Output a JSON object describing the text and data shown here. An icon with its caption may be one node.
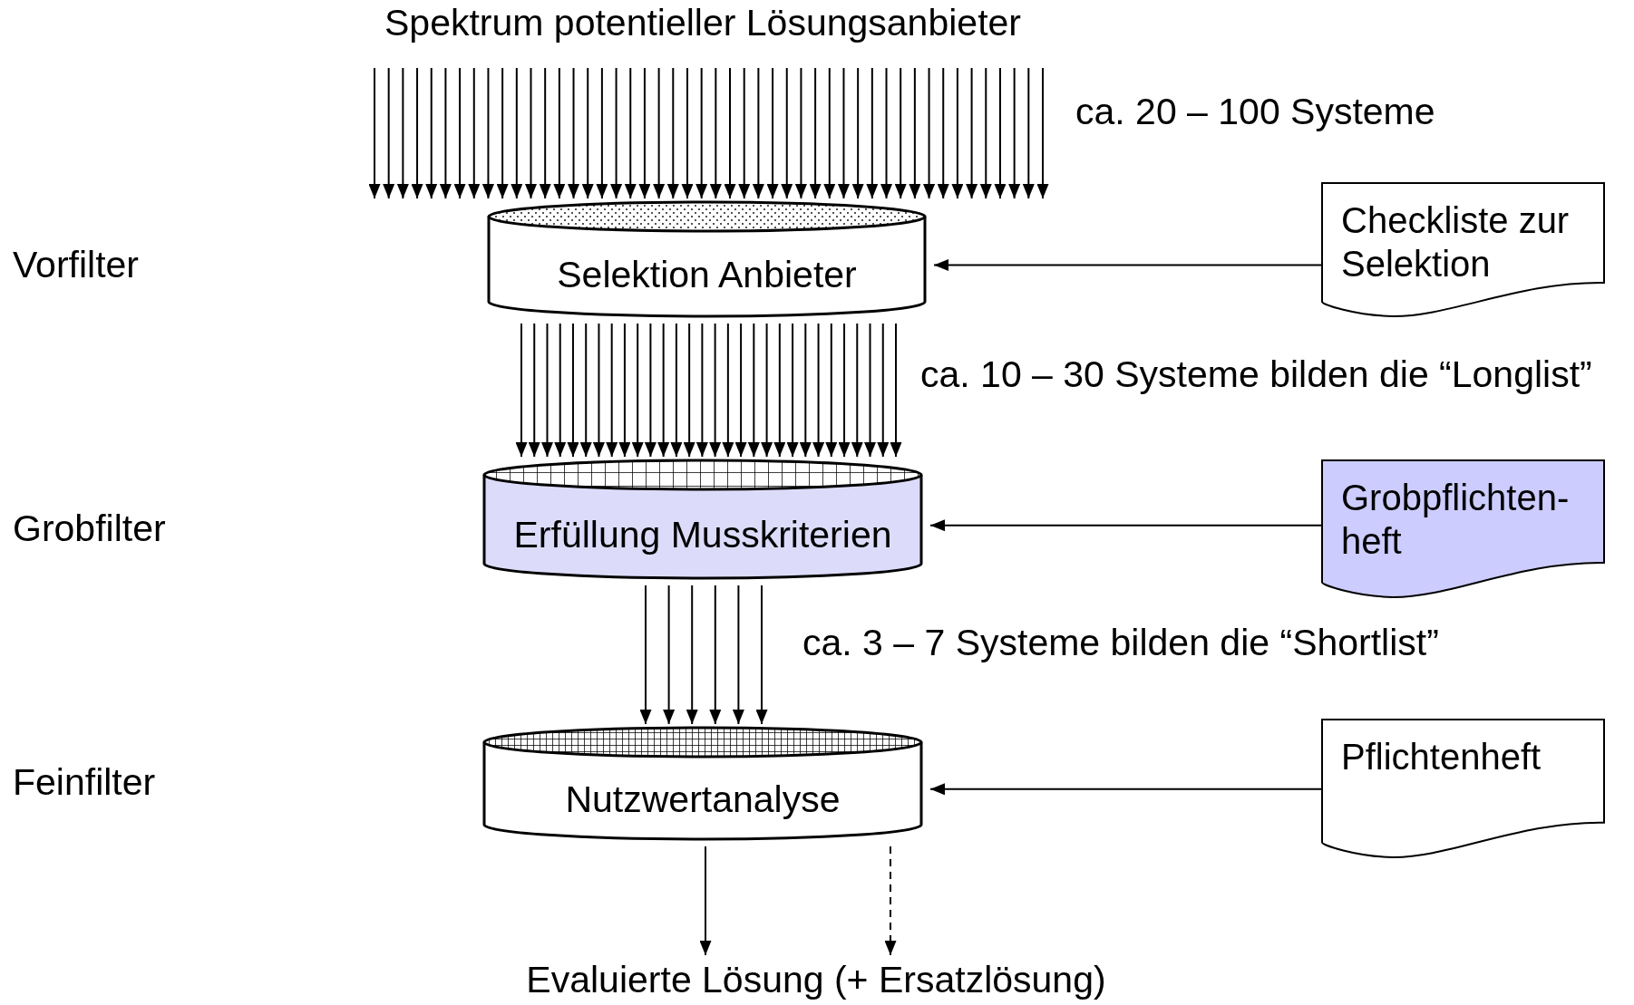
{
  "diagram": {
    "nodes": [
      {
        "text": [
          "Spektrum potentieller Lösungsanbieter"
        ]
      },
      {
        "text": [
          "Selektion Anbieter"
        ]
      },
      {
        "text": [
          "Checkliste zur Selektion"
        ]
      },
      {
        "text": [
          "Erfüllung Musskriterien"
        ]
      },
      {
        "text": [
          "Grobpflichten- heft"
        ]
      },
      {
        "text": [
          "Nutzwertanalyse"
        ]
      },
      {
        "text": [
          "Pflichtenheft"
        ]
      },
      {
        "text": [
          "Evaluierte Lösung (+ Ersatzlösung)"
        ]
      }
    ],
    "edges": [
      {
        "from": 0,
        "to": 1,
        "arrow": "to"
      },
      {
        "from": 0,
        "to": 1,
        "arrow": "to"
      },
      {
        "from": 0,
        "to": 1,
        "arrow": "to"
      },
      {
        "from": 0,
        "to": 1,
        "arrow": "to"
      },
      {
        "from": 0,
        "to": 1,
        "arrow": "to"
      },
      {
        "from": 0,
        "to": 1,
        "arrow": "to"
      },
      {
        "from": 0,
        "to": 1,
        "arrow": "to"
      },
      {
        "from": 0,
        "to": 1,
        "arrow": "to"
      },
      {
        "from": 0,
        "to": 1,
        "arrow": "to"
      },
      {
        "from": 0,
        "to": 1,
        "arrow": "to"
      },
      {
        "from": 0,
        "to": 1,
        "arrow": "to"
      },
      {
        "from": 0,
        "to": 1,
        "arrow": "to"
      },
      {
        "from": 0,
        "to": 1,
        "arrow": "to"
      },
      {
        "from": 0,
        "to": 1,
        "arrow": "to"
      },
      {
        "from": 0,
        "to": 1,
        "arrow": "to"
      },
      {
        "from": 0,
        "to": 1,
        "arrow": "to"
      },
      {
        "from": 0,
        "to": 1,
        "arrow": "to"
      },
      {
        "from": 0,
        "to": 1,
        "arrow": "to"
      },
      {
        "from": 0,
        "to": 1,
        "arrow": "to"
      },
      {
        "from": 0,
        "to": 1,
        "arrow": "to"
      },
      {
        "from": 0,
        "to": 1,
        "arrow": "to"
      },
      {
        "from": 0,
        "to": 1,
        "arrow": "to"
      },
      {
        "from": 0,
        "to": 1,
        "arrow": "to"
      },
      {
        "from": 0,
        "to": 1,
        "arrow": "to"
      },
      {
        "from": 0,
        "to": 1,
        "arrow": "to"
      },
      {
        "from": 0,
        "to": 1,
        "arrow": "to"
      },
      {
        "from": 0,
        "to": 1,
        "arrow": "to"
      },
      {
        "from": 0,
        "to": 1,
        "arrow": "to"
      },
      {
        "from": 0,
        "to": 1,
        "arrow": "to"
      },
      {
        "from": 0,
        "to": 1,
        "arrow": "to"
      },
      {
        "from": 0,
        "to": 1,
        "arrow": "to"
      },
      {
        "from": 0,
        "to": 1,
        "arrow": "to"
      },
      {
        "from": 0,
        "to": 1,
        "arrow": "to"
      },
      {
        "from": 0,
        "to": 1,
        "arrow": "to"
      },
      {
        "from": 0,
        "to": 1,
        "arrow": "to"
      },
      {
        "from": 0,
        "to": 1,
        "arrow": "to"
      },
      {
        "from": 0,
        "to": 1,
        "arrow": "to"
      },
      {
        "from": 0,
        "to": 1,
        "arrow": "to"
      },
      {
        "from": 0,
        "to": 1,
        "arrow": "to"
      },
      {
        "from": 0,
        "to": 1,
        "arrow": "to"
      },
      {
        "from": 0,
        "to": 1,
        "arrow": "to"
      },
      {
        "from": 0,
        "to": 1,
        "arrow": "to"
      },
      {
        "from": 0,
        "to": 1,
        "arrow": "to"
      },
      {
        "from": 0,
        "to": 1,
        "arrow": "to"
      },
      {
        "from": 0,
        "to": 1,
        "arrow": "to"
      },
      {
        "from": 0,
        "to": 1,
        "arrow": "to"
      },
      {
        "from": 0,
        "to": 1,
        "arrow": "to"
      },
      {
        "from": 0,
        "to": 1,
        "arrow": "to"
      },
      {
        "from": 2,
        "to": 1,
        "arrow": "to"
      },
      {
        "from": 1,
        "to": 3,
        "arrow": "to"
      },
      {
        "from": 1,
        "to": 3,
        "arrow": "to"
      },
      {
        "from": 1,
        "to": 3,
        "arrow": "to"
      },
      {
        "from": 1,
        "to": 3,
        "arrow": "to"
      },
      {
        "from": 1,
        "to": 3,
        "arrow": "to"
      },
      {
        "from": 1,
        "to": 3,
        "arrow": "to"
      },
      {
        "from": 1,
        "to": 3,
        "arrow": "to"
      },
      {
        "from": 1,
        "to": 3,
        "arrow": "to"
      },
      {
        "from": 1,
        "to": 3,
        "arrow": "to"
      },
      {
        "from": 1,
        "to": 3,
        "arrow": "to"
      },
      {
        "from": 1,
        "to": 3,
        "arrow": "to"
      },
      {
        "from": 1,
        "to": 3,
        "arrow": "to"
      },
      {
        "from": 1,
        "to": 3,
        "arrow": "to"
      },
      {
        "from": 1,
        "to": 3,
        "arrow": "to"
      },
      {
        "from": 1,
        "to": 3,
        "arrow": "to"
      },
      {
        "from": 1,
        "to": 3,
        "arrow": "to"
      },
      {
        "from": 1,
        "to": 3,
        "arrow": "to"
      },
      {
        "from": 1,
        "to": 3,
        "arrow": "to"
      },
      {
        "from": 1,
        "to": 3,
        "arrow": "to"
      },
      {
        "from": 1,
        "to": 3,
        "arrow": "to"
      },
      {
        "from": 1,
        "to": 3,
        "arrow": "to"
      },
      {
        "from": 1,
        "to": 3,
        "arrow": "to"
      },
      {
        "from": 1,
        "to": 3,
        "arrow": "to"
      },
      {
        "from": 1,
        "to": 3,
        "arrow": "to"
      },
      {
        "from": 1,
        "to": 3,
        "arrow": "to"
      },
      {
        "from": 1,
        "to": 3,
        "arrow": "to"
      },
      {
        "from": 1,
        "to": 3,
        "arrow": "to"
      },
      {
        "from": 1,
        "to": 3,
        "arrow": "to"
      },
      {
        "from": 1,
        "to": 3,
        "arrow": "to"
      },
      {
        "from": 1,
        "to": 3,
        "arrow": "to"
      },
      {
        "from": 4,
        "to": 3,
        "arrow": "to"
      },
      {
        "from": 3,
        "to": 5,
        "arrow": "to"
      },
      {
        "from": 3,
        "to": 5,
        "arrow": "to"
      },
      {
        "from": 3,
        "to": 5,
        "arrow": "to"
      },
      {
        "from": 3,
        "to": 5,
        "arrow": "to"
      },
      {
        "from": 3,
        "to": 5,
        "arrow": "to"
      },
      {
        "from": 3,
        "to": 5,
        "arrow": "to"
      },
      {
        "from": 6,
        "to": 5,
        "arrow": "to"
      },
      {
        "from": 5,
        "to": 7,
        "arrow": "to"
      },
      {
        "from": 5,
        "to": 7,
        "arrow": "to",
        "style": "dashed"
      }
    ],
    "labels": [
      "ca. 20 – 100 Systeme",
      "Vorfilter",
      "ca. 10 – 30 Systeme bilden die “Longlist”",
      "Grobfilter",
      "ca. 3 – 7 Systeme bilden die “Shortlist”",
      "Feinfilter"
    ]
  }
}
